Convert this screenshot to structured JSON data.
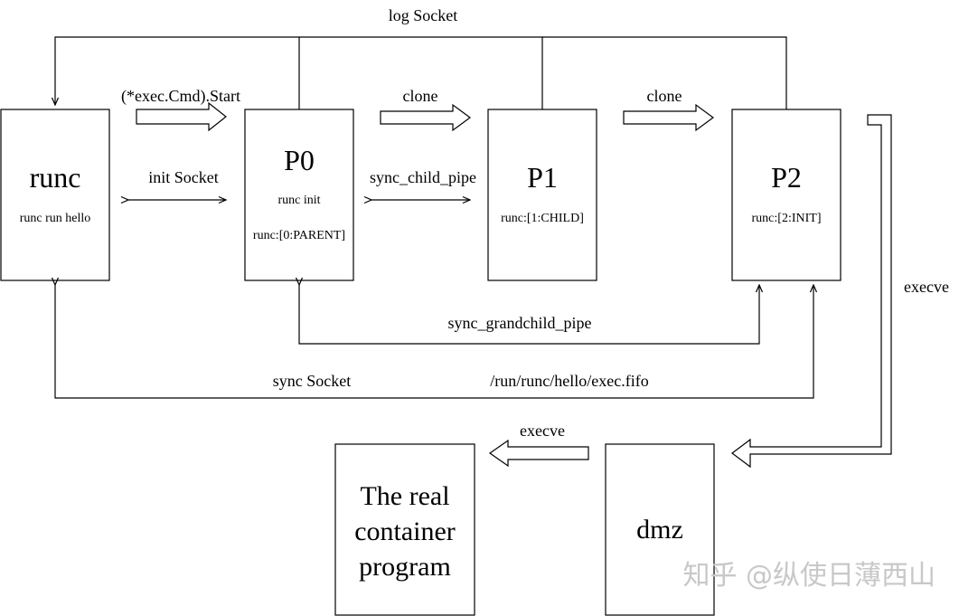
{
  "nodes": {
    "runc": {
      "title": "runc",
      "subtitle": "runc run hello"
    },
    "p0": {
      "title": "P0",
      "line1": "runc init",
      "line2": "runc:[0:PARENT]"
    },
    "p1": {
      "title": "P1",
      "line1": "runc:[1:CHILD]"
    },
    "p2": {
      "title": "P2",
      "line1": "runc:[2:INIT]"
    },
    "dmz": {
      "title": "dmz"
    },
    "real": {
      "line1": "The real",
      "line2": "container",
      "line3": "program"
    }
  },
  "edges": {
    "log_socket": "log Socket",
    "exec_start": "(*exec.Cmd).Start",
    "clone_1": "clone",
    "clone_2": "clone",
    "init_socket": "init Socket",
    "sync_child_pipe": "sync_child_pipe",
    "sync_grandchild_pipe": "sync_grandchild_pipe",
    "sync_socket": "sync Socket",
    "exec_fifo": "/run/runc/hello/exec.fifo",
    "execve_1": "execve",
    "execve_2": "execve"
  },
  "watermark": "知乎 @纵使日薄西山"
}
